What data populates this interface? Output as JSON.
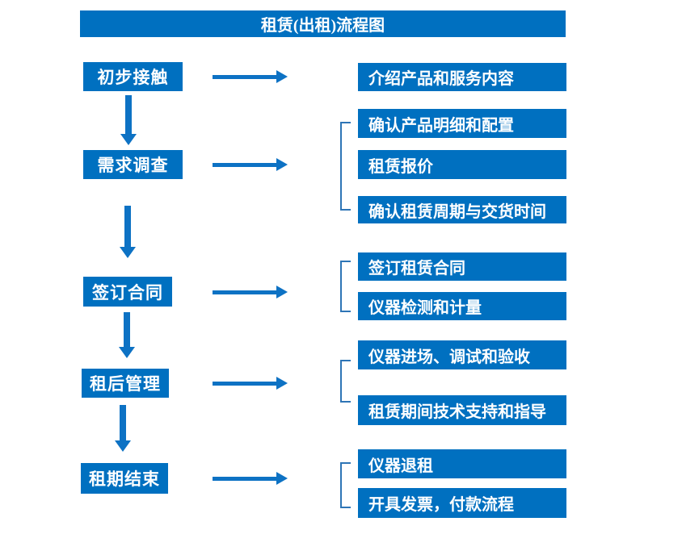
{
  "title": "租赁(出租)流程图",
  "colors": {
    "box_blue": "#0070C0",
    "arrow_blue": "#0D72C4",
    "bracket_blue": "#2E75B6",
    "text_white": "#FFFFFF"
  },
  "stages": [
    {
      "label": "初步接触",
      "details": [
        "介绍产品和服务内容"
      ]
    },
    {
      "label": "需求调查",
      "details": [
        "确认产品明细和配置",
        "租赁报价",
        "确认租赁周期与交货时间"
      ]
    },
    {
      "label": "签订合同",
      "details": [
        "签订租赁合同",
        "仪器检测和计量"
      ]
    },
    {
      "label": "租后管理",
      "details": [
        "仪器进场、调试和验收",
        "租赁期间技术支持和指导"
      ]
    },
    {
      "label": "租期结束",
      "details": [
        "仪器退租",
        "开具发票，付款流程"
      ]
    }
  ]
}
